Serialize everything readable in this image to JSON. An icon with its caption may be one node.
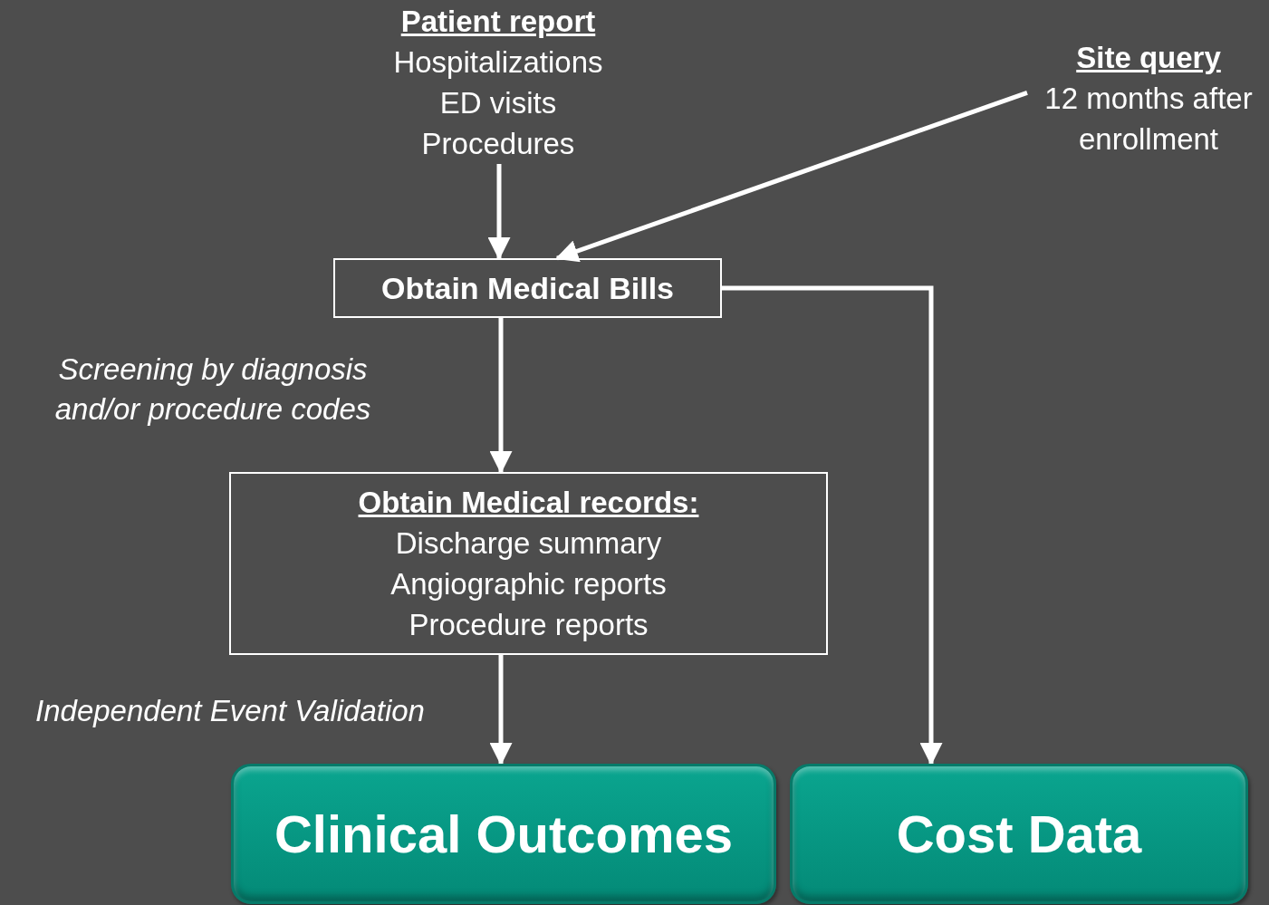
{
  "diagram": {
    "nodes": [
      {
        "text": [
          "Patient report",
          "Hospitalizations ED visits Procedures"
        ]
      },
      {
        "text": [
          "Site query",
          "12 months after enrollment"
        ]
      },
      {
        "text": [
          "Obtain Medical Bills"
        ]
      },
      {
        "text": [
          "Obtain Medical records:",
          "Discharge summary Angiographic reports Procedure reports"
        ]
      },
      {
        "text": [
          "Clinical Outcomes"
        ]
      },
      {
        "text": [
          "Cost Data"
        ]
      }
    ],
    "edges": [
      {
        "from": 0,
        "to": 2,
        "arrow": "to"
      },
      {
        "from": 1,
        "to": 2,
        "arrow": "to"
      },
      {
        "from": 2,
        "to": 3,
        "arrow": "to",
        "label": "Screening by diagnosis and/or procedure codes"
      },
      {
        "from": 3,
        "to": 4,
        "arrow": "to",
        "label": "Independent Event Validation"
      },
      {
        "from": 2,
        "to": 5,
        "arrow": "to"
      }
    ]
  }
}
